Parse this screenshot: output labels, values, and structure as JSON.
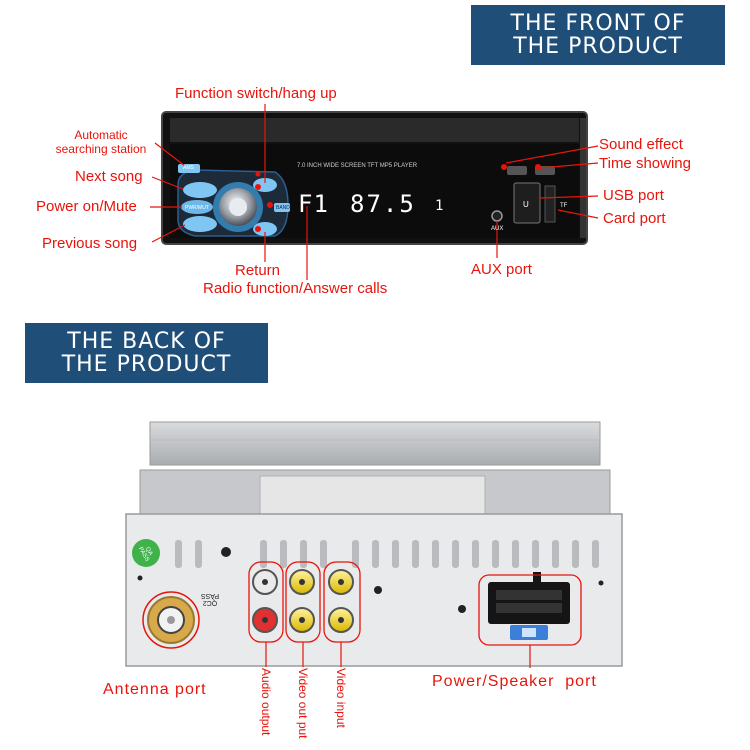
{
  "front_banner": {
    "line1": "THE FRONT OF",
    "line2": "THE PRODUCT"
  },
  "back_banner": {
    "line1": "THE BACK OF",
    "line2": "THE PRODUCT"
  },
  "front": {
    "screen_label": "7.0 INCH WIDE SCREEN TFT  MP5  PLAYER",
    "display_band": "F1",
    "display_freq": "87.5",
    "display_ch": "1",
    "btn_ams": "AMS",
    "btn_pwr": "PWR/MUT",
    "btn_band": "BAND",
    "aux_mark": "AUX",
    "usb_mark": "U",
    "tf_mark": "TF"
  },
  "labels": {
    "function_switch": "Function switch/hang up",
    "auto_search": "Automatic\nsearching station",
    "next_song": "Next song",
    "power_mute": "Power on/Mute",
    "previous_song": "Previous song",
    "return": "Return",
    "radio_function": "Radio function/Answer calls",
    "aux_port": "AUX port",
    "sound_effect": "Sound effect",
    "time_showing": "Time showing",
    "usb_port": "USB port",
    "card_port": "Card port",
    "antenna_port": "Antenna port",
    "audio_output": "Audio output",
    "video_out_put": "Video out put",
    "video_input": "Video input",
    "power_speaker_port": "Power/Speaker  port"
  },
  "back": {
    "qc_sticker": "QA PASS",
    "qc_stamp": "QC2 PASS"
  },
  "colors": {
    "banner": "#1f4e79",
    "label_red": "#e8140c",
    "device_dark": "#1a1a1a",
    "knob_blue": "#4aa8e8"
  }
}
